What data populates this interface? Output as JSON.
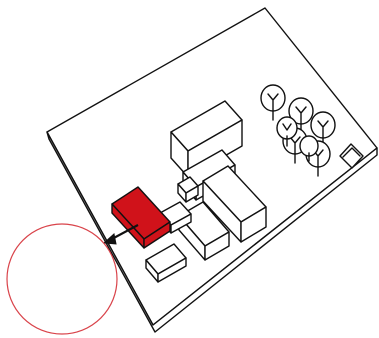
{
  "diagram": {
    "type": "axonometric-site-plan",
    "labels": [],
    "colors": {
      "highlight_fill": "#d0121a",
      "circle_stroke": "#d9434a",
      "line": "#111111",
      "background": "#ffffff"
    },
    "elements": {
      "site_plate": "site-plate",
      "highlighted_building": "highlighted-building",
      "arrow": "direction-arrow",
      "circle": "highlight-circle",
      "trees_count": 7,
      "small_shed": "small-shed"
    }
  }
}
